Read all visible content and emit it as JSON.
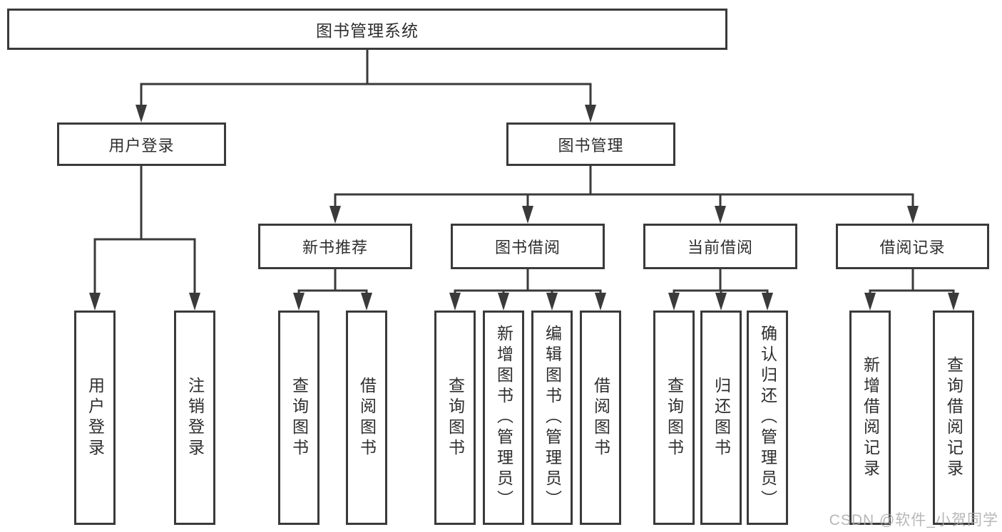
{
  "nodes": {
    "root": {
      "label": "图书管理系统"
    },
    "level2": [
      {
        "label": "用户登录"
      },
      {
        "label": "图书管理"
      }
    ],
    "level3": [
      {
        "label": "新书推荐"
      },
      {
        "label": "图书借阅"
      },
      {
        "label": "当前借阅"
      },
      {
        "label": "借阅记录"
      }
    ],
    "leaves": {
      "user_login": [
        "用户登录",
        "注销登录"
      ],
      "new_book": [
        "查询图书",
        "借阅图书"
      ],
      "book_borrow": [
        "查询图书",
        "新增图书（管理员）",
        "编辑图书（管理员）",
        "借阅图书"
      ],
      "current_borrow": [
        "查询图书",
        "归还图书",
        "确认归还（管理员）"
      ],
      "borrow_records": [
        "新增借阅记录",
        "查询借阅记录"
      ]
    }
  },
  "watermark": "CSDN @软件_小贺同学",
  "colors": {
    "line": "#3a3a3a",
    "text": "#2e2e2e",
    "watermark": "#aaaaaa",
    "background": "#ffffff"
  }
}
